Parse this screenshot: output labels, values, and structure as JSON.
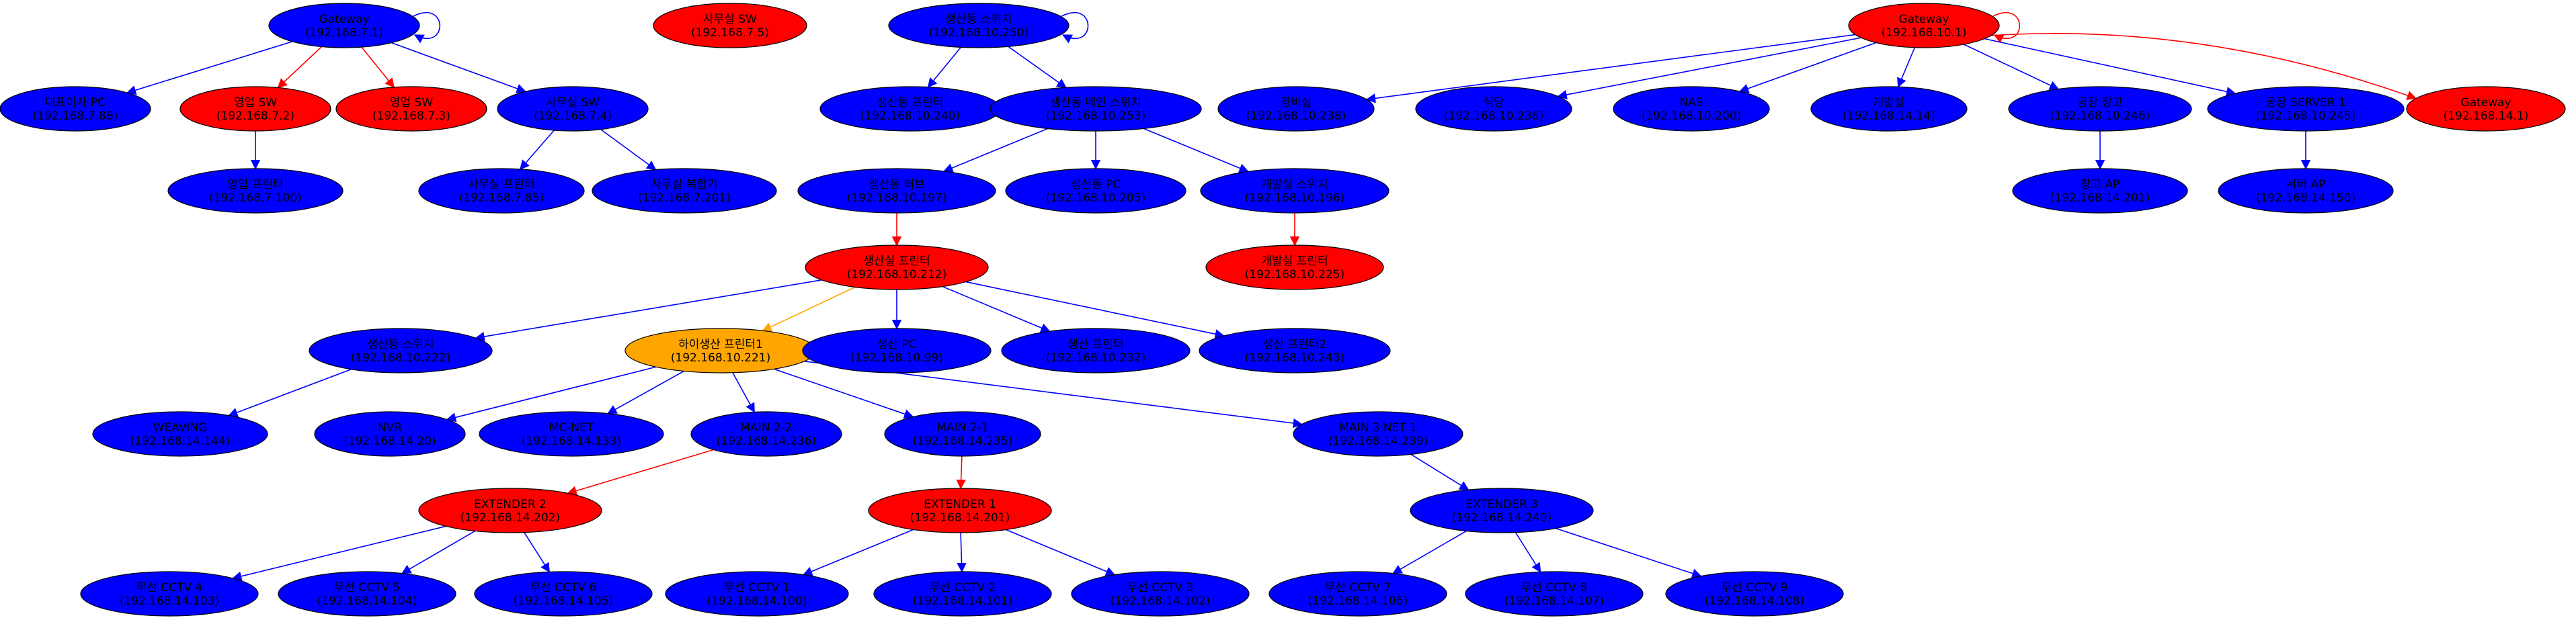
{
  "graph": {
    "colors": {
      "online": "#0000ff",
      "offline": "#ff0000",
      "warning": "#ffa500",
      "edge_ok": "#0000ff",
      "edge_down": "#ff0000",
      "edge_warn": "#ffa500",
      "outline": "#000000"
    },
    "nodes": [
      {
        "id": "g7",
        "name": "Gateway",
        "ip": "(192.168.7.1)",
        "status": "online"
      },
      {
        "id": "n78",
        "name": "대표이사 PC",
        "ip": "(192.168.7.88)",
        "status": "online"
      },
      {
        "id": "sw72",
        "name": "영업 SW",
        "ip": "(192.168.7.2)",
        "status": "offline"
      },
      {
        "id": "sw73",
        "name": "영업 SW",
        "ip": "(192.168.7.3)",
        "status": "offline"
      },
      {
        "id": "sw74",
        "name": "사무실 SW",
        "ip": "(192.168.7.4)",
        "status": "online"
      },
      {
        "id": "n7100",
        "name": "영업 프린터",
        "ip": "(192.168.7.100)",
        "status": "online"
      },
      {
        "id": "n785",
        "name": "사무실 프린터",
        "ip": "(192.168.7.85)",
        "status": "online"
      },
      {
        "id": "n7201",
        "name": "사무실 복합기",
        "ip": "(192.168.7.201)",
        "status": "online"
      },
      {
        "id": "sw75",
        "name": "사무실 SW",
        "ip": "(192.168.7.5)",
        "status": "offline"
      },
      {
        "id": "g10b",
        "name": "생산동 스위치",
        "ip": "(192.168.10.250)",
        "status": "online"
      },
      {
        "id": "n10b1",
        "name": "생산동 프린터",
        "ip": "(192.168.10.240)",
        "status": "online"
      },
      {
        "id": "n10b2",
        "name": "생산동 메인 스위치",
        "ip": "(192.168.10.253)",
        "status": "online"
      },
      {
        "id": "n10b3",
        "name": "생산동 허브",
        "ip": "(192.168.10.197)",
        "status": "online"
      },
      {
        "id": "n10b4",
        "name": "생산동 PC",
        "ip": "(192.168.10.205)",
        "status": "online"
      },
      {
        "id": "n10b5",
        "name": "개발실 스위치",
        "ip": "(192.168.10.196)",
        "status": "online"
      },
      {
        "id": "p212",
        "name": "생산실 프린터",
        "ip": "(192.168.10.212)",
        "status": "offline"
      },
      {
        "id": "p225",
        "name": "개발실 프린터",
        "ip": "(192.168.10.225)",
        "status": "offline"
      },
      {
        "id": "n10p1",
        "name": "생산동 스위치",
        "ip": "(192.168.10.222)",
        "status": "online"
      },
      {
        "id": "p221",
        "name": "하이생산 프린터1",
        "ip": "(192.168.10.221)",
        "status": "warning"
      },
      {
        "id": "n10p3",
        "name": "생산 PC",
        "ip": "(192.168.10.99)",
        "status": "online"
      },
      {
        "id": "n10p4",
        "name": "생산 프린터",
        "ip": "(192.168.10.232)",
        "status": "online"
      },
      {
        "id": "n10p5",
        "name": "생산 프린터2",
        "ip": "(192.168.10.243)",
        "status": "online"
      },
      {
        "id": "n14a",
        "name": "WEAVING",
        "ip": "(192.168.14.144)",
        "status": "online"
      },
      {
        "id": "n14b",
        "name": "NVR",
        "ip": "(192.168.14.20)",
        "status": "online"
      },
      {
        "id": "n14c",
        "name": "MC-NET",
        "ip": "(192.168.14.133)",
        "status": "online"
      },
      {
        "id": "main2",
        "name": "MAIN 2-2",
        "ip": "(192.168.14.236)",
        "status": "online"
      },
      {
        "id": "main21",
        "name": "MAIN 2-1",
        "ip": "(192.168.14.235)",
        "status": "online"
      },
      {
        "id": "main3",
        "name": "MAIN 3 NET 1",
        "ip": "(192.168.14.239)",
        "status": "online"
      },
      {
        "id": "ext2",
        "name": "EXTENDER 2",
        "ip": "(192.168.14.202)",
        "status": "offline"
      },
      {
        "id": "ext1",
        "name": "EXTENDER 1",
        "ip": "(192.168.14.201)",
        "status": "offline"
      },
      {
        "id": "ext3",
        "name": "EXTENDER 3",
        "ip": "(192.168.14.240)",
        "status": "online"
      },
      {
        "id": "c4",
        "name": "무선 CCTV 4",
        "ip": "(192.168.14.103)",
        "status": "online"
      },
      {
        "id": "c5",
        "name": "무선 CCTV 5",
        "ip": "(192.168.14.104)",
        "status": "online"
      },
      {
        "id": "c6",
        "name": "무선 CCTV 6",
        "ip": "(192.168.14.105)",
        "status": "online"
      },
      {
        "id": "c1",
        "name": "무선 CCTV 1",
        "ip": "(192.168.14.100)",
        "status": "online"
      },
      {
        "id": "c2",
        "name": "무선 CCTV 2",
        "ip": "(192.168.14.101)",
        "status": "online"
      },
      {
        "id": "c3",
        "name": "무선 CCTV 3",
        "ip": "(192.168.14.102)",
        "status": "online"
      },
      {
        "id": "c7",
        "name": "무선 CCTV 7",
        "ip": "(192.168.14.106)",
        "status": "online"
      },
      {
        "id": "c8",
        "name": "무선 CCTV 8",
        "ip": "(192.168.14.107)",
        "status": "online"
      },
      {
        "id": "c9",
        "name": "무선 CCTV 9",
        "ip": "(192.168.14.108)",
        "status": "online"
      },
      {
        "id": "g10",
        "name": "Gateway",
        "ip": "(192.168.10.1)",
        "status": "offline"
      },
      {
        "id": "r1",
        "name": "경비실",
        "ip": "(192.168.10.238)",
        "status": "online"
      },
      {
        "id": "r2",
        "name": "식당",
        "ip": "(192.168.10.236)",
        "status": "online"
      },
      {
        "id": "r3",
        "name": "NAS",
        "ip": "(192.168.10.200)",
        "status": "online"
      },
      {
        "id": "r4",
        "name": "개발실",
        "ip": "(192.168.14.14)",
        "status": "online"
      },
      {
        "id": "r5",
        "name": "공장 창고",
        "ip": "(192.168.10.246)",
        "status": "online"
      },
      {
        "id": "r6",
        "name": "공장 SERVER 1",
        "ip": "(192.168.10.245)",
        "status": "online"
      },
      {
        "id": "g14",
        "name": "Gateway",
        "ip": "(192.168.14.1)",
        "status": "offline"
      },
      {
        "id": "r5c",
        "name": "창고 AP",
        "ip": "(192.168.14.201)",
        "status": "online"
      },
      {
        "id": "r6c",
        "name": "서버 AP",
        "ip": "(192.168.14.150)",
        "status": "online"
      }
    ],
    "edges": [
      {
        "from": "g7",
        "to": "g7",
        "status": "ok"
      },
      {
        "from": "g7",
        "to": "n78",
        "status": "ok"
      },
      {
        "from": "g7",
        "to": "sw72",
        "status": "down"
      },
      {
        "from": "g7",
        "to": "sw73",
        "status": "down"
      },
      {
        "from": "g7",
        "to": "sw74",
        "status": "ok"
      },
      {
        "from": "sw72",
        "to": "n7100",
        "status": "ok"
      },
      {
        "from": "sw74",
        "to": "n785",
        "status": "ok"
      },
      {
        "from": "sw74",
        "to": "n7201",
        "status": "ok"
      },
      {
        "from": "g10b",
        "to": "g10b",
        "status": "ok"
      },
      {
        "from": "g10b",
        "to": "n10b1",
        "status": "ok"
      },
      {
        "from": "g10b",
        "to": "n10b2",
        "status": "ok"
      },
      {
        "from": "n10b2",
        "to": "n10b3",
        "status": "ok"
      },
      {
        "from": "n10b2",
        "to": "n10b4",
        "status": "ok"
      },
      {
        "from": "n10b2",
        "to": "n10b5",
        "status": "ok"
      },
      {
        "from": "n10b3",
        "to": "p212",
        "status": "down"
      },
      {
        "from": "n10b5",
        "to": "p225",
        "status": "down"
      },
      {
        "from": "p212",
        "to": "n10p1",
        "status": "ok"
      },
      {
        "from": "p212",
        "to": "p221",
        "status": "warn"
      },
      {
        "from": "p212",
        "to": "n10p3",
        "status": "ok"
      },
      {
        "from": "p212",
        "to": "n10p4",
        "status": "ok"
      },
      {
        "from": "p212",
        "to": "n10p5",
        "status": "ok"
      },
      {
        "from": "n10p1",
        "to": "n14a",
        "status": "ok"
      },
      {
        "from": "p221",
        "to": "n14b",
        "status": "ok"
      },
      {
        "from": "p221",
        "to": "n14c",
        "status": "ok"
      },
      {
        "from": "p221",
        "to": "main2",
        "status": "ok"
      },
      {
        "from": "p221",
        "to": "main21",
        "status": "ok"
      },
      {
        "from": "p221",
        "to": "main3",
        "status": "ok"
      },
      {
        "from": "main2",
        "to": "ext2",
        "status": "down"
      },
      {
        "from": "main21",
        "to": "ext1",
        "status": "down"
      },
      {
        "from": "main3",
        "to": "ext3",
        "status": "ok"
      },
      {
        "from": "ext2",
        "to": "c4",
        "status": "ok"
      },
      {
        "from": "ext2",
        "to": "c5",
        "status": "ok"
      },
      {
        "from": "ext2",
        "to": "c6",
        "status": "ok"
      },
      {
        "from": "ext1",
        "to": "c1",
        "status": "ok"
      },
      {
        "from": "ext1",
        "to": "c2",
        "status": "ok"
      },
      {
        "from": "ext1",
        "to": "c3",
        "status": "ok"
      },
      {
        "from": "ext3",
        "to": "c7",
        "status": "ok"
      },
      {
        "from": "ext3",
        "to": "c8",
        "status": "ok"
      },
      {
        "from": "ext3",
        "to": "c9",
        "status": "ok"
      },
      {
        "from": "g10",
        "to": "g10",
        "status": "down"
      },
      {
        "from": "g10",
        "to": "r1",
        "status": "ok"
      },
      {
        "from": "g10",
        "to": "r2",
        "status": "ok"
      },
      {
        "from": "g10",
        "to": "r3",
        "status": "ok"
      },
      {
        "from": "g10",
        "to": "r4",
        "status": "ok"
      },
      {
        "from": "g10",
        "to": "r5",
        "status": "ok"
      },
      {
        "from": "g10",
        "to": "r6",
        "status": "ok"
      },
      {
        "from": "g10",
        "to": "g14",
        "status": "down"
      },
      {
        "from": "r5",
        "to": "r5c",
        "status": "ok"
      },
      {
        "from": "r6",
        "to": "r6c",
        "status": "ok"
      }
    ]
  }
}
